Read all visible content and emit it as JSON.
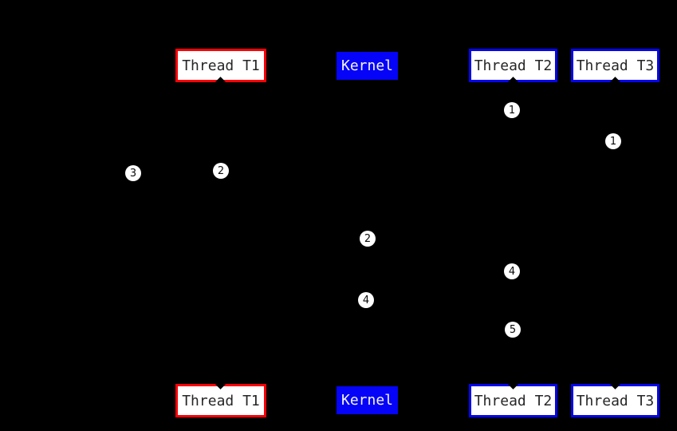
{
  "diagram": {
    "type": "sequence-diagram",
    "background_color": "#000000",
    "colors": {
      "thread_t1_border": "#fb0006",
      "thread_t2_t3_border": "#0504ee",
      "kernel_fill": "#0504f8",
      "lifeline_box_fill": "#ffffff",
      "lifeline_box_text": "#262626",
      "kernel_text": "#f5f5f5",
      "marker_fill": "#ffffff",
      "marker_text": "#0a0a0a"
    },
    "top_row": [
      {
        "label": "Thread T1",
        "variant": "red-outline"
      },
      {
        "label": "Kernel",
        "variant": "blue-filled"
      },
      {
        "label": "Thread T2",
        "variant": "blue-outline"
      },
      {
        "label": "Thread T3",
        "variant": "blue-outline"
      }
    ],
    "bottom_row": [
      {
        "label": "Thread T1",
        "variant": "red-outline"
      },
      {
        "label": "Kernel",
        "variant": "blue-filled"
      },
      {
        "label": "Thread T2",
        "variant": "blue-outline"
      },
      {
        "label": "Thread T3",
        "variant": "blue-outline"
      }
    ],
    "markers": [
      {
        "number": "1"
      },
      {
        "number": "1"
      },
      {
        "number": "3"
      },
      {
        "number": "2"
      },
      {
        "number": "2"
      },
      {
        "number": "4"
      },
      {
        "number": "4"
      },
      {
        "number": "5"
      }
    ]
  }
}
